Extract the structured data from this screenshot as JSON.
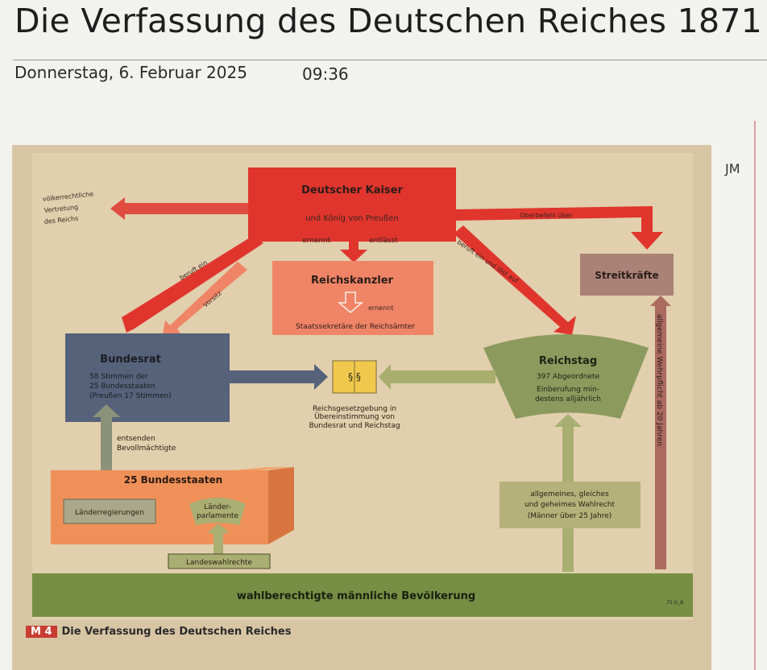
{
  "header": {
    "title": "Die Verfassung des Deutschen Reiches 1871",
    "date": "Donnerstag, 6. Februar 2025",
    "time": "09:36",
    "initials": "JM"
  },
  "diagram": {
    "kaiser": {
      "title": "Deutscher Kaiser",
      "subtitle": "und König von Preußen"
    },
    "kaiser_left_label": [
      "völkerrechtliche",
      "Vertretung",
      "des Reichs"
    ],
    "oberbefehl": "Oberbefehl über",
    "ernennt": "ernennt",
    "entlaesst": "entlässt",
    "beruft_ein": "beruft ein",
    "vorsitz": "Vorsitz",
    "beruft_ein_und_loest_auf": "beruft ein und löst auf",
    "reichskanzler": {
      "title": "Reichskanzler",
      "ernennt": "ernennt",
      "staatssekretaere": "Staatssekretäre der Reichsämter"
    },
    "streitkraefte": "Streitkräfte",
    "bundesrat": {
      "title": "Bundesrat",
      "lines": [
        "58 Stimmen der",
        "25 Bundesstaaten",
        "(Preußen 17 Stimmen)"
      ]
    },
    "reichstag": {
      "title": "Reichstag",
      "lines": [
        "397 Abgeordnete",
        "Einberufung min-",
        "destens alljährlich"
      ]
    },
    "gesetz_symbol": "§ §",
    "gesetzgebung": [
      "Reichsgesetzgebung in",
      "Übereinstimmung von",
      "Bundesrat und Reichstag"
    ],
    "entsenden": [
      "entsenden",
      "Bevollmächtigte"
    ],
    "bundesstaaten": "25 Bundesstaaten",
    "laenderregierungen": "Länderregierungen",
    "laenderparlamente": [
      "Länder-",
      "parlamente"
    ],
    "landeswahlrechte": "Landeswahlrechte",
    "wahlrecht": [
      "allgemeines, gleiches",
      "und geheimes Wahlrecht",
      "(Männer über 25 Jahre)"
    ],
    "wehrpflicht": "allgemeine Wehrpflicht ab 20 Jahren",
    "bevoelkerung": "wahlberechtigte männliche Bevölkerung",
    "code": "75 G_8"
  },
  "caption": {
    "tag": "M 4",
    "text": "Die Verfassung des Deutschen Reiches"
  },
  "colors": {
    "kaiser_red": "#e0352d",
    "kanzler_salmon": "#f08466",
    "bundesrat_slate": "#56627a",
    "reichstag_olive": "#8d9a5e",
    "bevoelkerung_green": "#778f45",
    "staaten_orange": "#ef8a4f"
  }
}
